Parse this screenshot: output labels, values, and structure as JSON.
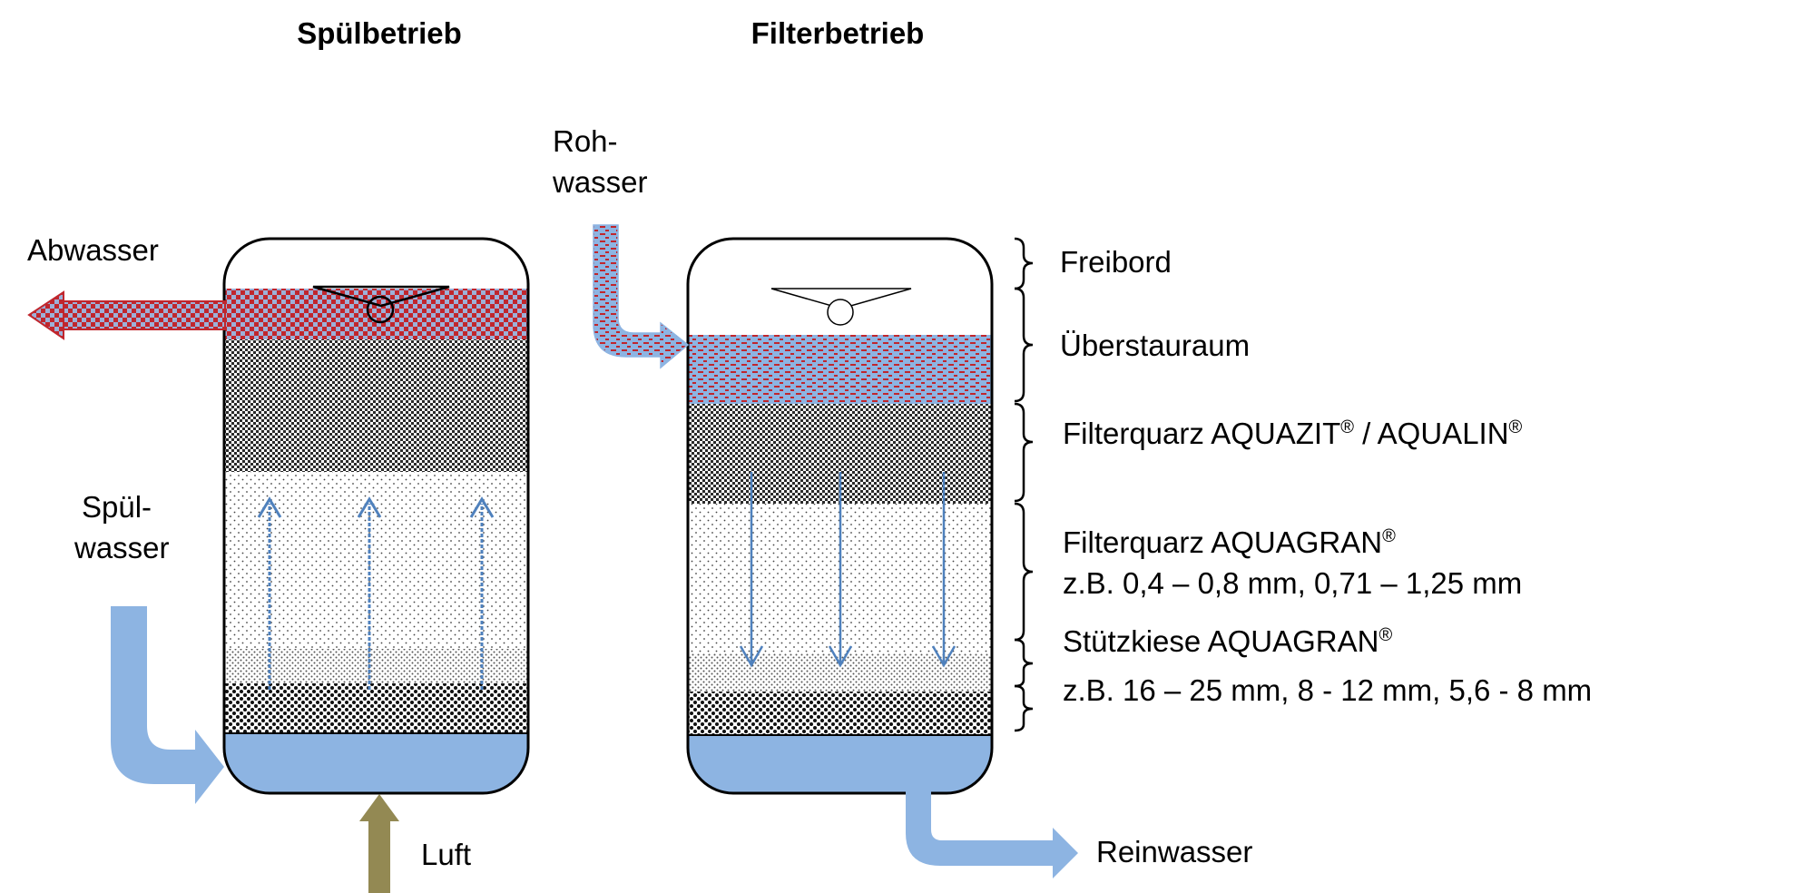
{
  "titles": {
    "backwash": "Spülbetrieb",
    "filter": "Filterbetrieb"
  },
  "flows": {
    "raw_water": [
      "Roh-",
      "wasser"
    ],
    "waste_water": "Abwasser",
    "rinse_water": [
      "Spül-",
      "wasser"
    ],
    "air": "Luft",
    "clean_water": "Reinwasser"
  },
  "layers": {
    "freeboard": "Freibord",
    "supernatant": "Überstauraum",
    "quartz_top": {
      "text_a": "Filterquarz AQUAZIT",
      "text_b": " / AQUALIN",
      "reg": "®"
    },
    "quartz_main": {
      "line1": "Filterquarz AQUAGRAN",
      "reg": "®",
      "line2": "z.B. 0,4  – 0,8 mm,  0,71 – 1,25 mm"
    },
    "gravel": {
      "line1": "Stützkiese AQUAGRAN",
      "reg": "®",
      "line2": "z.B. 16 – 25 mm,  8 - 12 mm,  5,6 - 8 mm"
    }
  },
  "colors": {
    "water_blue": "#8db4e2",
    "flow_arrow": "#4f81bd",
    "waste_red": "#c0262d",
    "air_olive": "#938953",
    "outline": "#000000"
  }
}
